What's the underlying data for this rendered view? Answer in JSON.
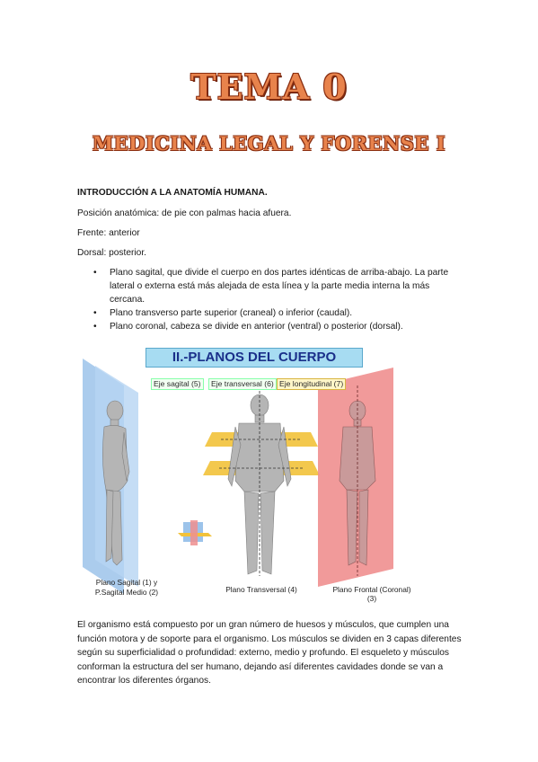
{
  "header": {
    "title": "TEMA 0",
    "subtitle": "MEDICINA LEGAL Y FORENSE I"
  },
  "intro": {
    "heading": "INTRODUCCIÓN A LA ANATOMÍA HUMANA.",
    "line1": "Posición anatómica: de pie con palmas hacia afuera.",
    "line2": "Frente: anterior",
    "line3": "Dorsal: posterior."
  },
  "bullets": [
    "Plano sagital, que divide el cuerpo en dos partes idénticas de arriba-abajo. La parte lateral o externa está más alejada de esta línea y la parte media interna la más cercana.",
    "Plano transverso parte superior (craneal) o inferior (caudal).",
    "Plano coronal, cabeza se divide en anterior (ventral) o posterior (dorsal)."
  ],
  "figure": {
    "title": "II.-PLANOS DEL CUERPO",
    "axis1": "Eje sagital (5)",
    "axis2": "Eje transversal (6)",
    "axis3": "Eje longitudinal (7)",
    "caption1a": "Plano Sagital (1) y",
    "caption1b": "P.Sagital Medio (2)",
    "caption2": "Plano Transversal (4)",
    "caption3a": "Plano Frontal (Coronal)",
    "caption3b": "(3)",
    "colors": {
      "sagital": "#9cc3ea",
      "transversal": "#f2c23a",
      "frontal": "#ef8f8f",
      "skin": "#b9b9b9"
    }
  },
  "closing": "El organismo está compuesto por un gran número de huesos y músculos, que cumplen una función motora y de soporte para el organismo. Los músculos se dividen en 3 capas diferentes según su superficialidad o profundidad: externo, medio y profundo. El esqueleto y músculos conforman la estructura del ser humano, dejando así diferentes cavidades donde se van a encontrar los diferentes órganos."
}
